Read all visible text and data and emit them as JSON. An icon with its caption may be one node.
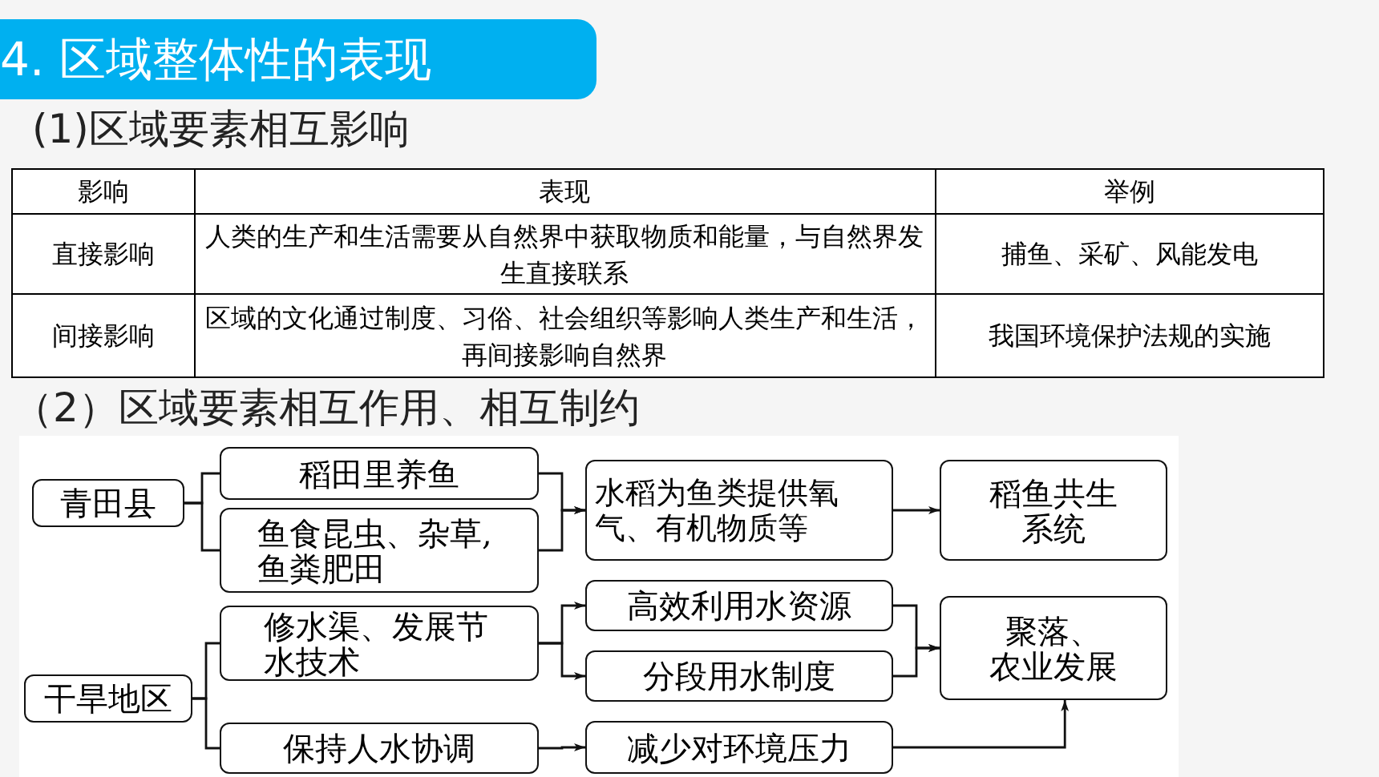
{
  "diagram": {
    "title": "4. 区域整体性的表现",
    "nodes": [
      {
        "text": [
          "青田县"
        ]
      },
      {
        "text": [
          "稻田里养鱼"
        ]
      },
      {
        "text": [
          "鱼食昆虫、杂草,鱼粪肥田"
        ]
      },
      {
        "text": [
          "水稻为鱼类提供氧气、有机物质等"
        ]
      },
      {
        "text": [
          "稻鱼共生系统"
        ]
      },
      {
        "text": [
          "干旱地区"
        ]
      },
      {
        "text": [
          "修水渠、发展节水技术"
        ]
      },
      {
        "text": [
          "保持人水协调"
        ]
      },
      {
        "text": [
          "高效利用水资源"
        ]
      },
      {
        "text": [
          "分段用水制度"
        ]
      },
      {
        "text": [
          "聚落、农业发展"
        ]
      },
      {
        "text": [
          "减少对环境压力"
        ]
      }
    ],
    "edges": [
      {
        "from": 0,
        "to": 1,
        "arrow": "none"
      },
      {
        "from": 0,
        "to": 2,
        "arrow": "none"
      },
      {
        "from": 1,
        "to": 3,
        "arrow": "to"
      },
      {
        "from": 2,
        "to": 3,
        "arrow": "to"
      },
      {
        "from": 3,
        "to": 4,
        "arrow": "to"
      },
      {
        "from": 5,
        "to": 6,
        "arrow": "none"
      },
      {
        "from": 5,
        "to": 7,
        "arrow": "none"
      },
      {
        "from": 6,
        "to": 8,
        "arrow": "to"
      },
      {
        "from": 6,
        "to": 9,
        "arrow": "to"
      },
      {
        "from": 8,
        "to": 10,
        "arrow": "to"
      },
      {
        "from": 9,
        "to": 10,
        "arrow": "to"
      },
      {
        "from": 7,
        "to": 11,
        "arrow": "to"
      },
      {
        "from": 11,
        "to": 10,
        "arrow": "to"
      }
    ],
    "labels": [
      "(1)区域要素相互影响",
      "影响",
      "表现",
      "举例",
      "直接影响",
      "人类的生产和生活需要从自然界中获取物质和能量，与自然界发生直接联系",
      "捕鱼、采矿、风能发电",
      "间接影响",
      "区域的文化通过制度、习俗、社会组织等影响人类生产和生活，再间接影响自然界",
      "我国环境保护法规的实施",
      "（2）区域要素相互作用、相互制约"
    ]
  }
}
